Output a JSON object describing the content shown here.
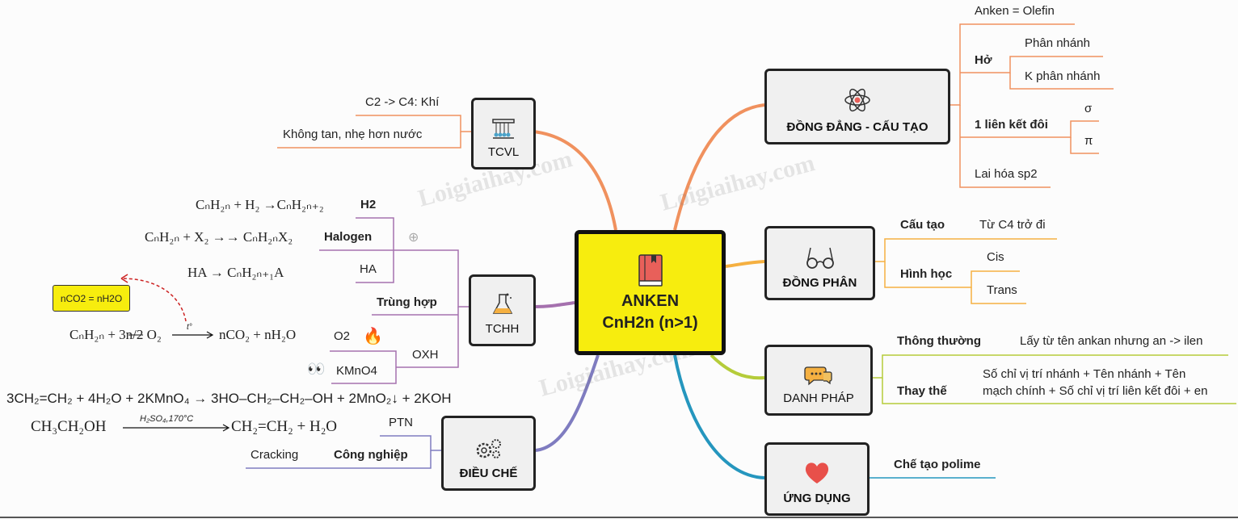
{
  "center": {
    "title": "ANKEN",
    "formula": "CnH2n (n>1)"
  },
  "branches": {
    "tcvl": {
      "label": "TCVL",
      "items": [
        "C2 -> C4: Khí",
        "Không tan, nhẹ hơn nước"
      ]
    },
    "tchh": {
      "label": "TCHH",
      "h2": "H2",
      "halogen": "Halogen",
      "ha": "HA",
      "trung_hop": "Trùng hợp",
      "oxh": "OXH",
      "o2": "O2",
      "kmno4": "KMnO4",
      "note": "nCO2 = nH2O",
      "eq_h2": "CₙH₂ₙ + H₂ →CₙH₂ₙ₊₂",
      "eq_halogen": "CₙH₂ₙ + X₂ →→ CₙH₂ₙX₂",
      "eq_ha": "HA → CₙH₂ₙ₊₁A",
      "eq_o2_lhs": "CₙH₂ₙ + 3n/2 O₂",
      "eq_o2_cond": "t°",
      "eq_o2_rhs": "nCO₂ + nH₂O",
      "eq_kmno4": "3CH₂=CH₂ + 4H₂O + 2KMnO₄ → 3HO–CH₂–CH₂–OH + 2MnO₂↓ + 2KOH"
    },
    "dieu_che": {
      "label": "ĐIỀU CHẾ",
      "ptn": "PTN",
      "cong_nghiep": "Công nghiệp",
      "cracking": "Cracking",
      "eq_lhs": "CH₃CH₂OH",
      "eq_cond": "H₂SO₄,170°C",
      "eq_rhs": "CH₂=CH₂ + H₂O"
    },
    "dong_dang": {
      "label": "ĐỒNG ĐẲNG - CẤU TẠO",
      "anken_olefin": "Anken = Olefin",
      "ho": "Hở",
      "phan_nhanh": "Phân nhánh",
      "k_phan_nhanh": "K phân nhánh",
      "lien_ket_doi": "1 liên kết đôi",
      "sigma": "σ",
      "pi": "π",
      "lai_hoa": "Lai hóa sp2"
    },
    "dong_phan": {
      "label": "ĐỒNG PHÂN",
      "cau_tao": "Cấu tạo",
      "tu_c4": "Từ C4 trở đi",
      "hinh_hoc": "Hình học",
      "cis": "Cis",
      "trans": "Trans"
    },
    "danh_phap": {
      "label": "DANH PHÁP",
      "thong_thuong": "Thông thường",
      "thong_thuong_desc": "Lấy từ tên ankan nhưng an -> ilen",
      "thay_the": "Thay thế",
      "thay_the_desc1": "Số chỉ vị trí nhánh + Tên nhánh + Tên",
      "thay_the_desc2": "mạch chính + Số chỉ vị trí liên kết đôi + en"
    },
    "ung_dung": {
      "label": "ỨNG DỤNG",
      "item": "Chế tạo polime"
    }
  },
  "watermark": "Loigiaihay.com",
  "colors": {
    "tcvl": "#f0915e",
    "tchh": "#a571ae",
    "dieu_che": "#7f7cc0",
    "dong_dang": "#f0915e",
    "dong_phan": "#f5b041",
    "danh_phap": "#b5cc3a",
    "ung_dung": "#2596be",
    "center": "#f7ed0e"
  },
  "icons": {
    "tcvl": "pendulum-icon",
    "tchh": "flask-icon",
    "dieu_che": "gears-icon",
    "dong_dang": "atom-icon",
    "dong_phan": "glasses-icon",
    "danh_phap": "chat-bubbles-icon",
    "ung_dung": "heart-icon",
    "center": "book-icon",
    "o2": "fire-icon",
    "kmno4": "eyes-icon",
    "add": "plus-circle-icon"
  }
}
